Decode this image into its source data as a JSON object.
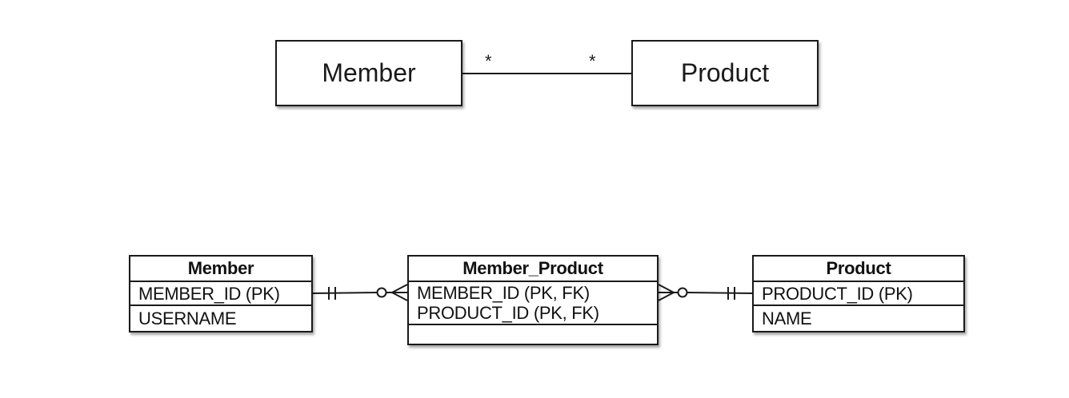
{
  "uml": {
    "left_class": "Member",
    "right_class": "Product",
    "left_multiplicity": "*",
    "right_multiplicity": "*"
  },
  "erd": {
    "member": {
      "title": "Member",
      "pk_rows": [
        "MEMBER_ID (PK)"
      ],
      "attr_rows": [
        "USERNAME"
      ]
    },
    "member_product": {
      "title": "Member_Product",
      "pk_rows": [
        "MEMBER_ID (PK, FK)",
        "PRODUCT_ID (PK, FK)"
      ],
      "attr_rows": []
    },
    "product": {
      "title": "Product",
      "pk_rows": [
        "PRODUCT_ID (PK)"
      ],
      "attr_rows": [
        "NAME"
      ]
    },
    "relationships": [
      {
        "from": "Member",
        "to": "Member_Product",
        "from_cardinality": "one-and-only-one",
        "to_cardinality": "zero-or-many"
      },
      {
        "from": "Product",
        "to": "Member_Product",
        "from_cardinality": "one-and-only-one",
        "to_cardinality": "zero-or-many"
      }
    ]
  },
  "colors": {
    "line": "#1a1a1a",
    "background": "#ffffff"
  }
}
